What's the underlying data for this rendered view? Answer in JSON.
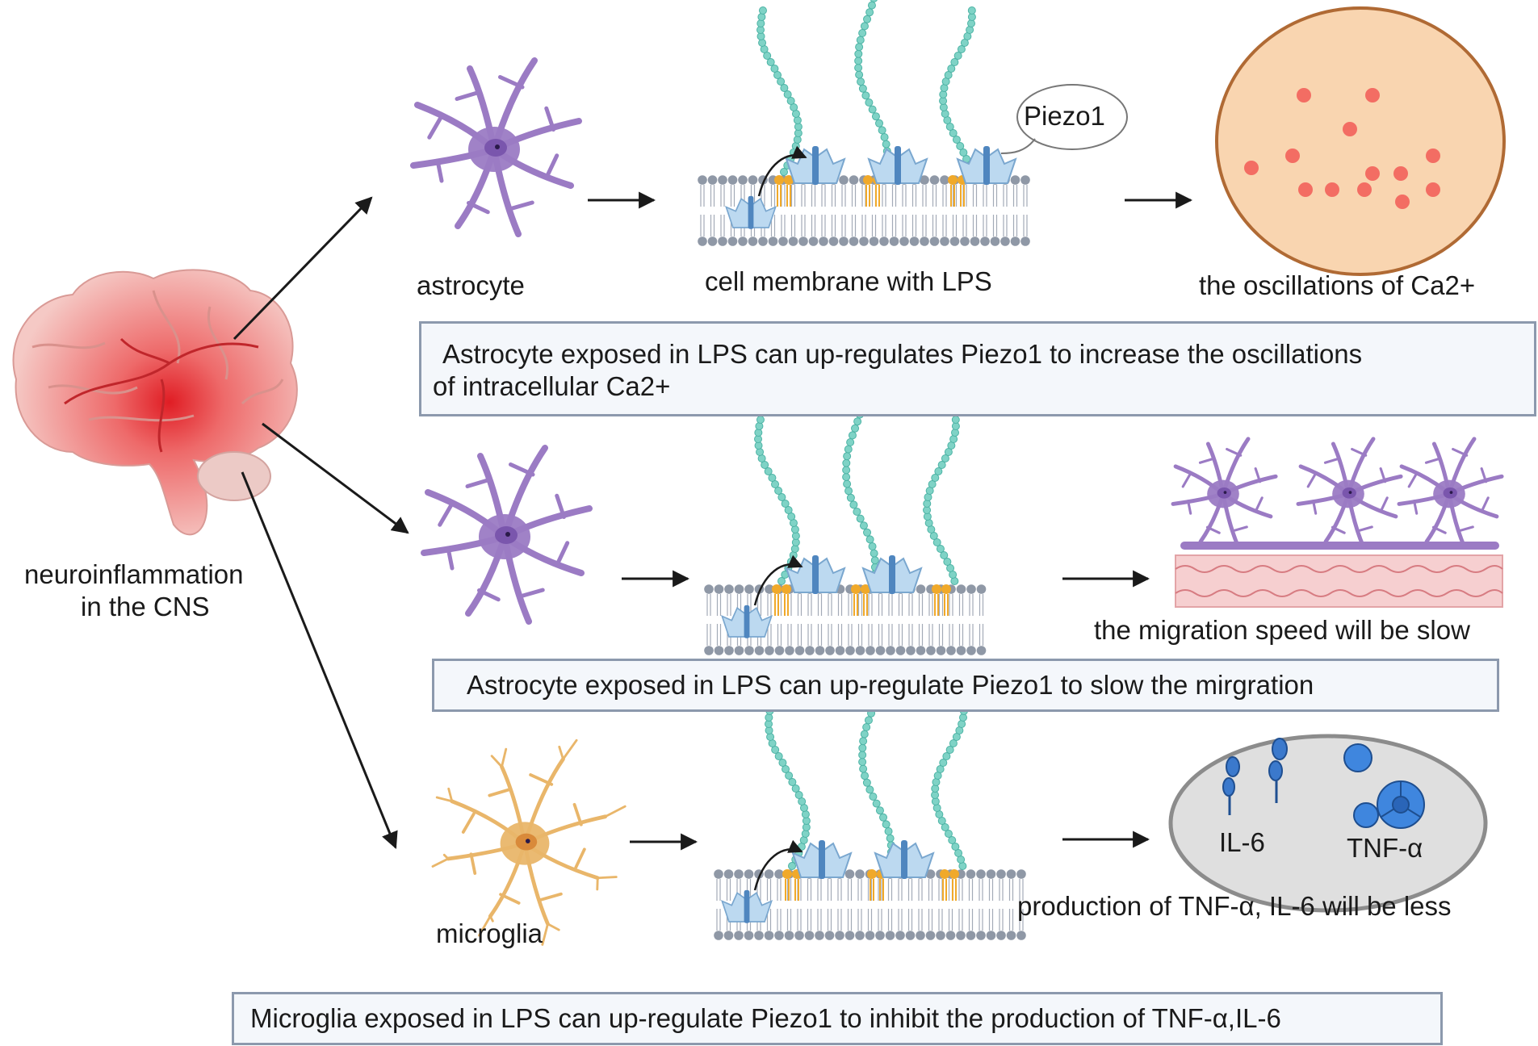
{
  "brain": {
    "label_line1": "neuroinflammation",
    "label_line2": "in the CNS",
    "color": "#d8282e"
  },
  "row1": {
    "cell_label": "astrocyte",
    "membrane_label": "cell membrane with LPS",
    "callout_label": "Piezo1",
    "result_label": "the oscillations of  Ca2+",
    "summary_line1": "Astrocyte exposed in  LPS can up-regulates Piezo1 to  increase the oscillations",
    "summary_line2": "of intracellular Ca2+"
  },
  "row2": {
    "result_label": "the migration speed will be slow",
    "summary": "Astrocyte exposed in  LPS can up-regulate Piezo1 to slow the mirgration"
  },
  "row3": {
    "cell_label": "microglia",
    "il6_label": "IL-6",
    "tnf_label": "TNF-α",
    "result_label": "production of TNF-α, IL-6  will be less",
    "summary": "Microglia exposed in  LPS can up-regulate Piezo1 to inhibit the  production of TNF-α,IL-6"
  },
  "colors": {
    "astrocyte": "#9b7bc4",
    "microglia": "#e9b66a",
    "lps_chain": "#7fd3c6",
    "membrane_head": "#8f98a6",
    "lipid_tail": "#f0a92a",
    "piezo": "#bcd9f0",
    "ca_cell": "#f9d5b0",
    "ca_spot": "#f04a4a",
    "box_border": "#8c99ad"
  }
}
